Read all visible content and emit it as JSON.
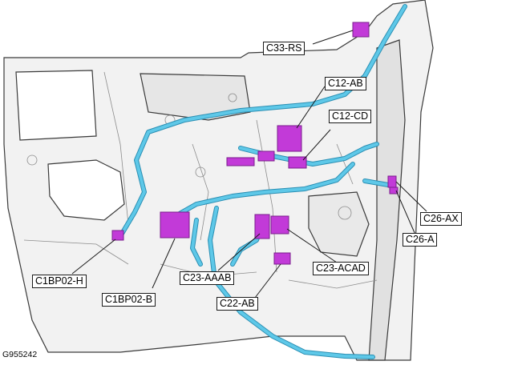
{
  "figure_id": "G955242",
  "colors": {
    "panel": "#f2f2f2",
    "panel_shade": "#d9d9d9",
    "outline": "#3a3a3a",
    "harness": "#5ec8e8",
    "harness_edge": "#2b8fb3",
    "connector": "#c23ad8",
    "connector_dark": "#7b1d8c",
    "leader": "#1a1a1a"
  },
  "callouts": [
    {
      "id": "c33-rs",
      "text": "C33-RS"
    },
    {
      "id": "c12-ab",
      "text": "C12-AB"
    },
    {
      "id": "c12-cd",
      "text": "C12-CD"
    },
    {
      "id": "c26-ax",
      "text": "C26-AX"
    },
    {
      "id": "c26-a",
      "text": "C26-A"
    },
    {
      "id": "c23-acad",
      "text": "C23-ACAD"
    },
    {
      "id": "c23-aaab",
      "text": "C23-AAAB"
    },
    {
      "id": "c22-ab",
      "text": "C22-AB"
    },
    {
      "id": "c1bp02-h",
      "text": "C1BP02-H"
    },
    {
      "id": "c1bp02-b",
      "text": "C1BP02-B"
    }
  ]
}
